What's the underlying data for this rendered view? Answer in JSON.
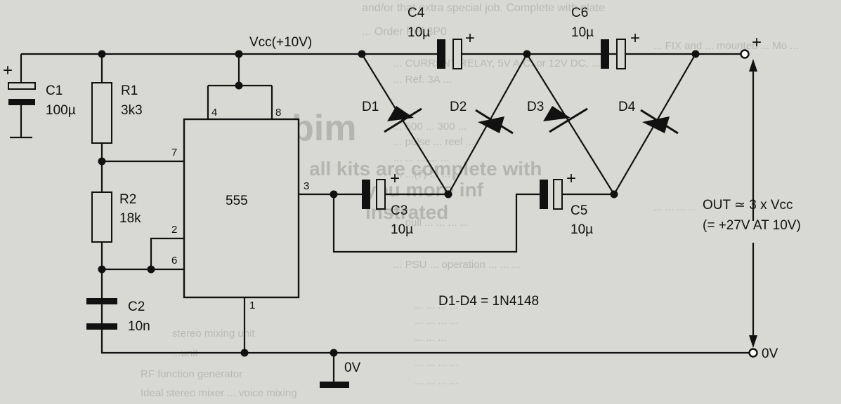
{
  "background_text": {
    "top_lines": [
      "and/or that extra special job. Complete with plate",
      "... Order Ref 3P0",
      "... FIX and ... mounted ... Mo ...",
      "... CURRENT RELAY, 5V A.C. or 12V DC, ... ,",
      "... Ref. 3A ...",
      "... 500 ... 300 ...",
      "... pulse ... reel ... .",
      "... ... ... ... ...",
      "... ...(7) ... ...",
      "... ... ... ...",
      "... pull ... ... ... ...",
      "... PSU ... operation ... ... ..."
    ],
    "big_lines": [
      "bim",
      "all kits are complete with",
      "you more inf",
      "instrated"
    ],
    "bottom_lines": [
      "... ... ... ...",
      "... ... ... ...",
      "... ... ...",
      "... ... ... ...",
      "... ... ... ..."
    ],
    "left_column": [
      "stereo mixing unit",
      "...unit",
      "RF function generator",
      "Ideal stereo mixer ... voice mixing"
    ]
  },
  "schematic": {
    "supply_label": "Vcc(+10V)",
    "ic_label": "555",
    "pins": {
      "p1": "1",
      "p2": "2",
      "p3": "3",
      "p4": "4",
      "p6": "6",
      "p7": "7",
      "p8": "8"
    },
    "components": {
      "C1": {
        "name": "C1",
        "value": "100µ"
      },
      "R1": {
        "name": "R1",
        "value": "3k3"
      },
      "R2": {
        "name": "R2",
        "value": "18k"
      },
      "C2": {
        "name": "C2",
        "value": "10n"
      },
      "C3": {
        "name": "C3",
        "value": "10µ"
      },
      "C4": {
        "name": "C4",
        "value": "10µ"
      },
      "C5": {
        "name": "C5",
        "value": "10µ"
      },
      "C6": {
        "name": "C6",
        "value": "10µ"
      },
      "D1": "D1",
      "D2": "D2",
      "D3": "D3",
      "D4": "D4"
    },
    "polarity": "+",
    "diode_note": "D1-D4 = 1N4148",
    "out_label": "OUT ≃ 3 x Vcc",
    "out_sublabel": "(= +27V AT 10V)",
    "ground_label": "0V",
    "out_ground_label": "0V",
    "out_plus": "+"
  }
}
